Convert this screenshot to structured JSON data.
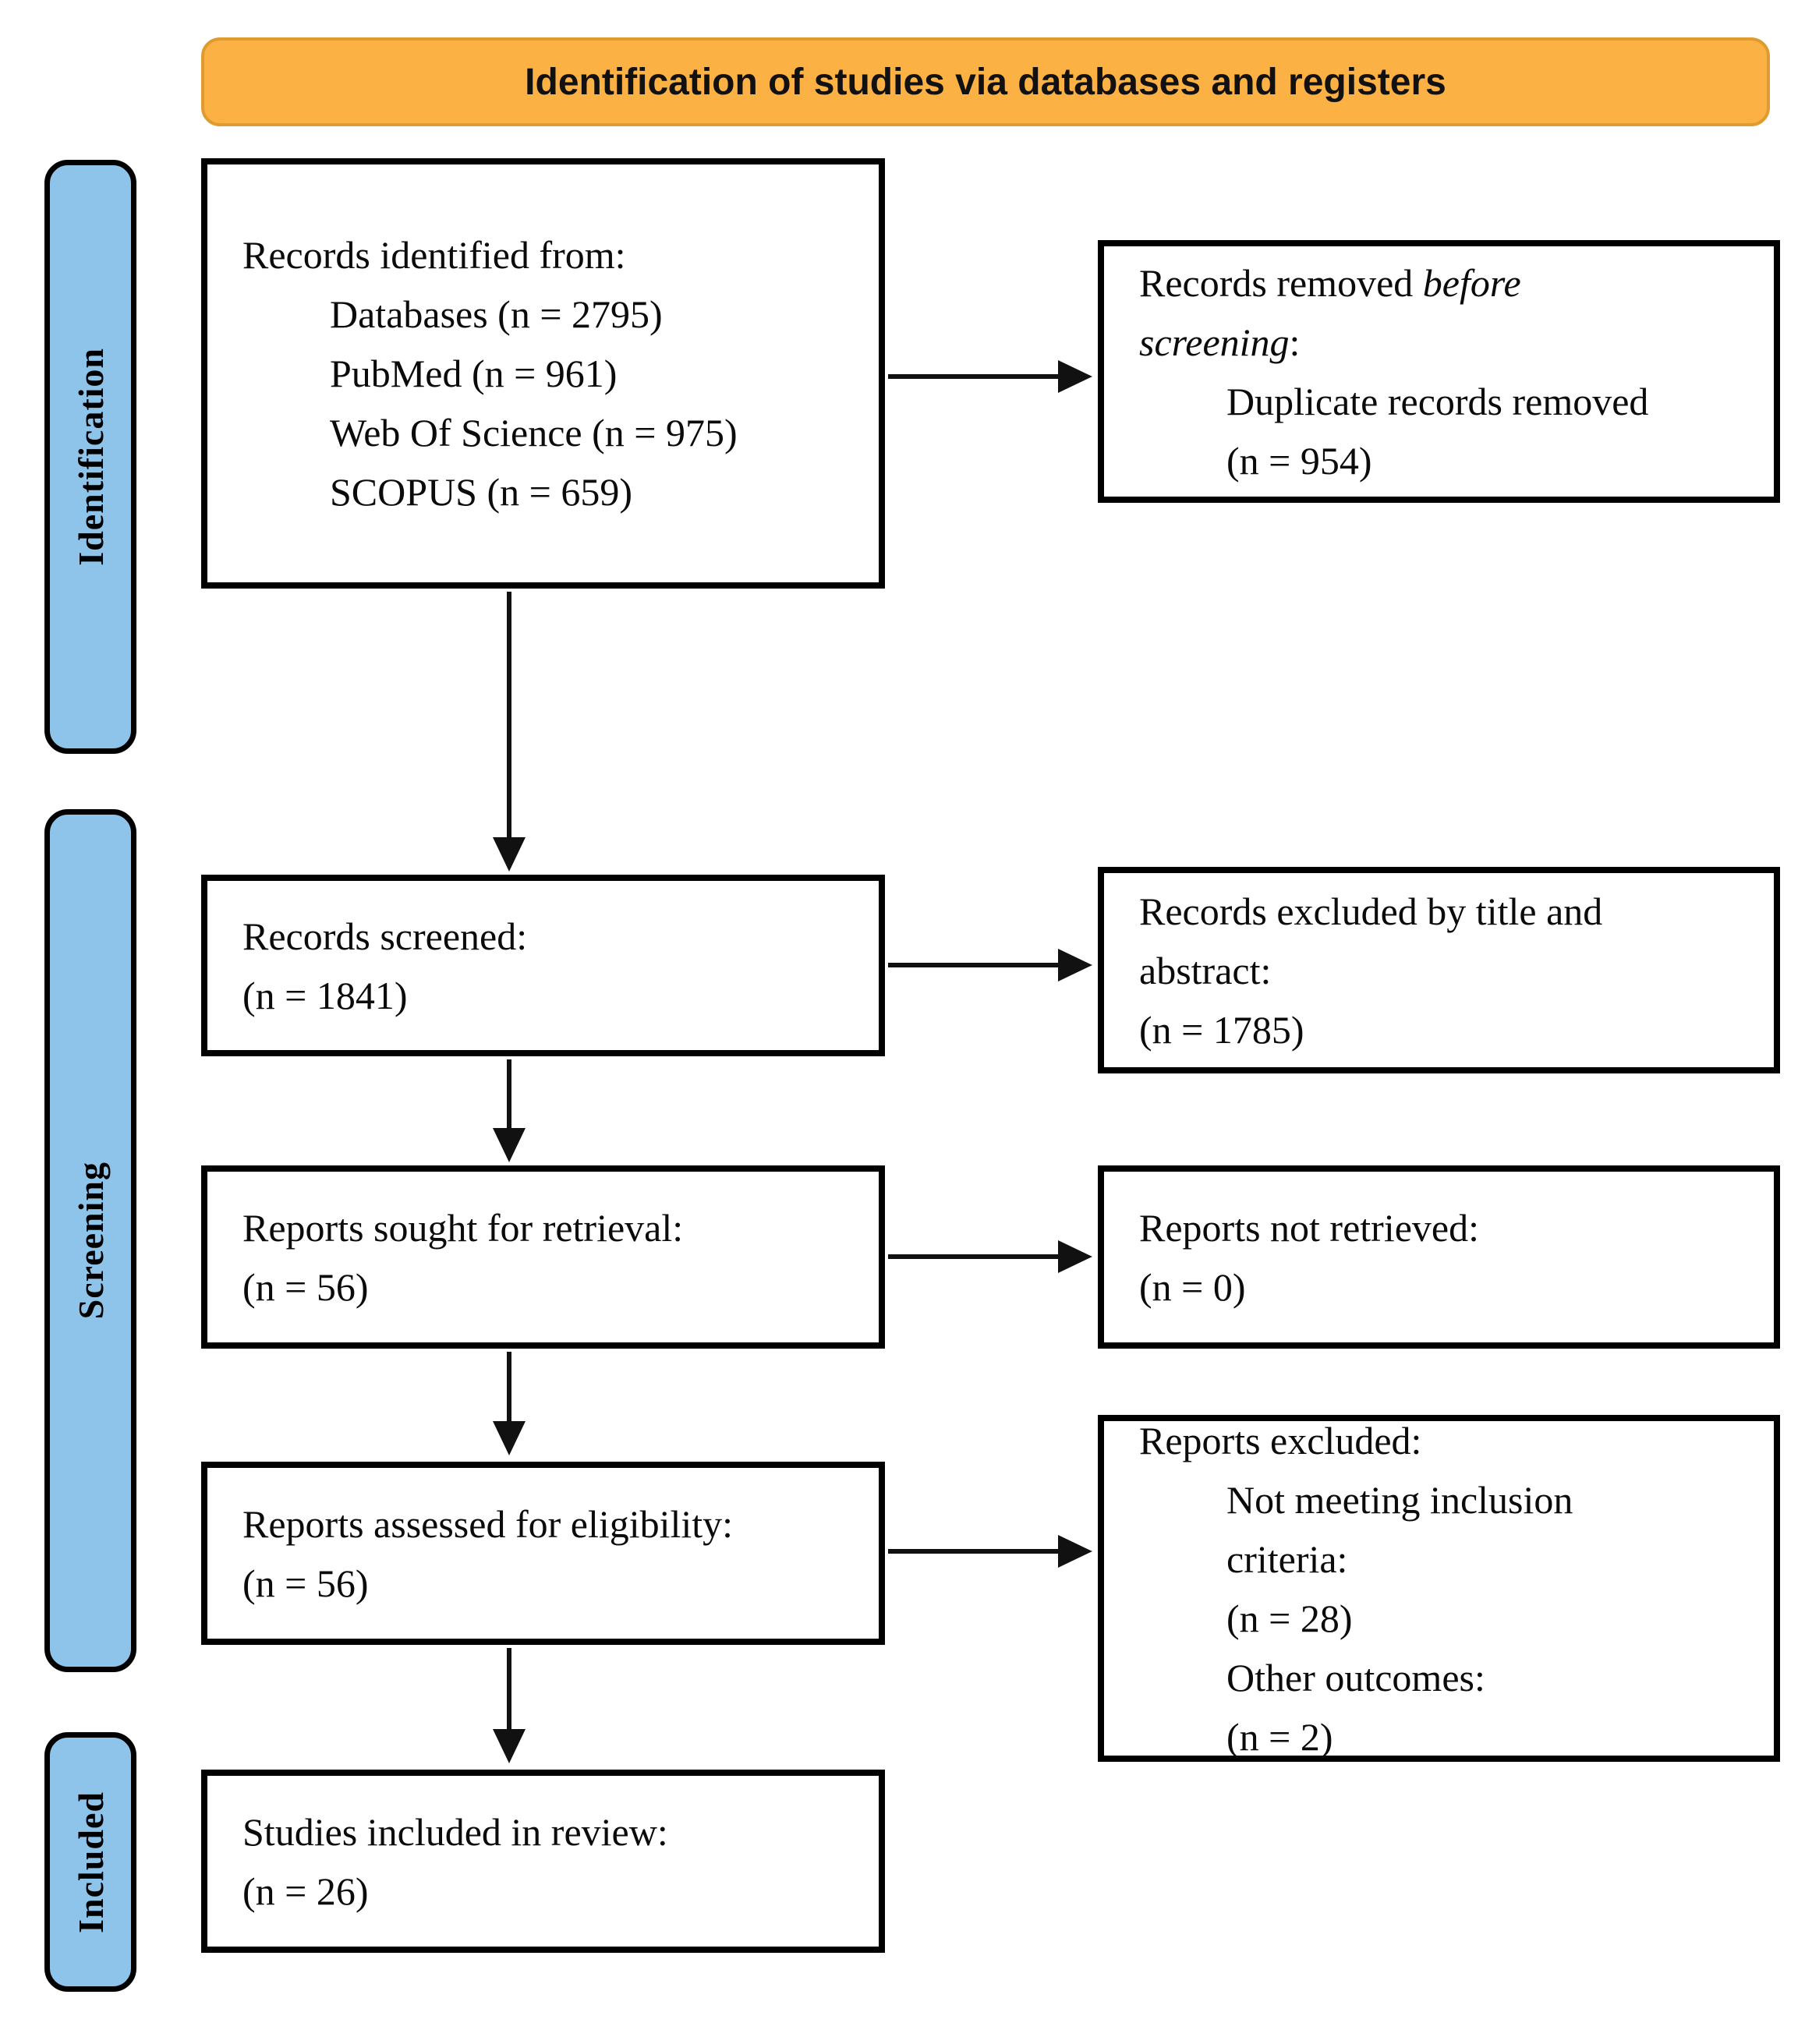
{
  "banner": {
    "label": "Identification of studies via databases and registers"
  },
  "stages": [
    {
      "label": "Identification"
    },
    {
      "label": "Screening"
    },
    {
      "label": "Included"
    }
  ],
  "colors": {
    "banner_bg": "#FBB143",
    "banner_border": "#E09B30",
    "stage_bg": "#8FC4EA",
    "box_border": "#000000",
    "arrow": "#111111"
  },
  "boxes": [
    {
      "id": "records-identified",
      "lines": [
        {
          "text": "Records identified from:"
        },
        {
          "text": "Databases (n = 2795)",
          "indent": true
        },
        {
          "text": "PubMed (n = 961)",
          "indent": true
        },
        {
          "text": "Web Of Science (n = 975)",
          "indent": true
        },
        {
          "text": "SCOPUS (n = 659)",
          "indent": true
        }
      ]
    },
    {
      "id": "records-removed",
      "lines": [
        {
          "parts": [
            {
              "text": "Records removed "
            },
            {
              "text": "before",
              "italic": true
            }
          ]
        },
        {
          "parts": [
            {
              "text": "screening",
              "italic": true
            },
            {
              "text": ":"
            }
          ]
        },
        {
          "text": "Duplicate records removed",
          "indent": true
        },
        {
          "text": "(n = 954)",
          "indent": true
        }
      ]
    },
    {
      "id": "records-screened",
      "lines": [
        {
          "text": "Records screened:"
        },
        {
          "text": "(n = 1841)"
        }
      ]
    },
    {
      "id": "records-excluded-title-abstract",
      "lines": [
        {
          "text": "Records excluded by title and"
        },
        {
          "text": "abstract:"
        },
        {
          "text": "(n = 1785)"
        }
      ]
    },
    {
      "id": "reports-sought",
      "lines": [
        {
          "text": "Reports sought for retrieval:"
        },
        {
          "text": "(n = 56)"
        }
      ]
    },
    {
      "id": "reports-not-retrieved",
      "lines": [
        {
          "text": "Reports not retrieved:"
        },
        {
          "text": "(n = 0)"
        }
      ]
    },
    {
      "id": "reports-assessed",
      "lines": [
        {
          "text": "Reports assessed for eligibility:"
        },
        {
          "text": "(n = 56)"
        }
      ]
    },
    {
      "id": "reports-excluded",
      "lines": [
        {
          "text": "Reports excluded:"
        },
        {
          "text": "Not meeting inclusion",
          "indent": true
        },
        {
          "text": "criteria:",
          "indent": true
        },
        {
          "text": "(n = 28)",
          "indent": true
        },
        {
          "text": "Other outcomes:",
          "indent": true
        },
        {
          "text": "(n = 2)",
          "indent": true
        }
      ]
    },
    {
      "id": "studies-included",
      "lines": [
        {
          "text": "Studies included in review:"
        },
        {
          "text": "(n = 26)"
        }
      ]
    }
  ]
}
